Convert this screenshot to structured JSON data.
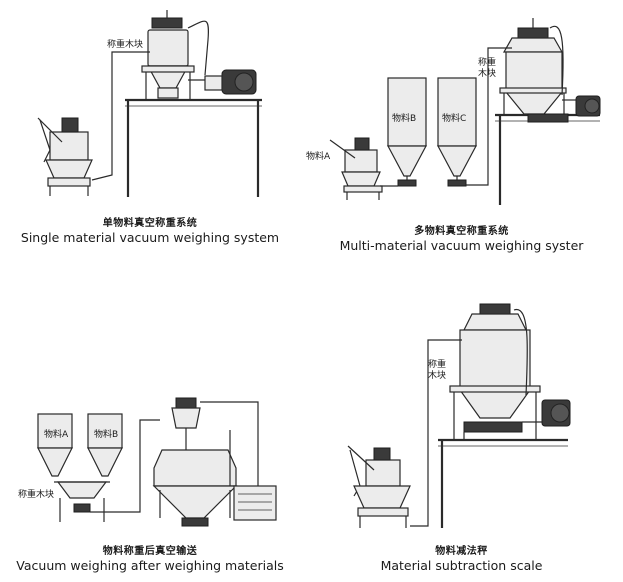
{
  "panels": [
    {
      "id": "single",
      "caption_cn": "单物料真空称重系统",
      "caption_en": "Single material vacuum weighing system",
      "labels": {
        "load_cell": "称重木块"
      }
    },
    {
      "id": "multi",
      "caption_cn": "多物料真空称重系统",
      "caption_en": "Multi-material vacuum weighing syster",
      "labels": {
        "load_cell": "称重\n木块",
        "material_a": "物料A",
        "material_b": "物料B",
        "material_c": "物料C"
      }
    },
    {
      "id": "after",
      "caption_cn": "物料称重后真空输送",
      "caption_en": "Vacuum weighing after weighing materials",
      "labels": {
        "load_cell": "称重木块",
        "material_a": "物料A",
        "material_b": "物料B"
      }
    },
    {
      "id": "subtraction",
      "caption_cn": "物料减法秤",
      "caption_en": "Material subtraction scale",
      "labels": {
        "load_cell": "称重\n木块"
      }
    }
  ]
}
